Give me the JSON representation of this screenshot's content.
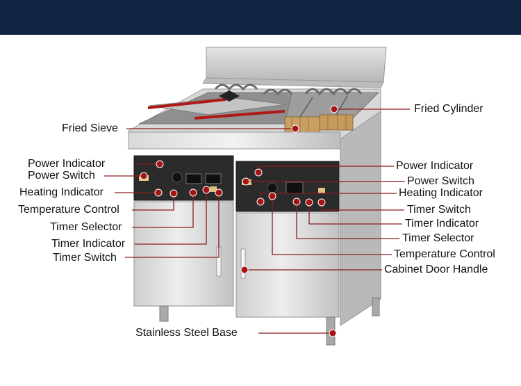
{
  "colors": {
    "banner": "#0f2542",
    "leader": "#8a1d1d",
    "dot": "#a51414",
    "steel": "#c9c9c9"
  },
  "labels": {
    "fried_cylinder": "Fried Cylinder",
    "fried_sieve": "Fried Sieve",
    "left": {
      "power_indicator": "Power Indicator",
      "power_switch": "Power Switch",
      "heating_indicator": "Heating Indicator",
      "temperature_control": "Temperature Control",
      "timer_selector": "Timer Selector",
      "timer_indicator": "Timer Indicator",
      "timer_switch": "Timer Switch"
    },
    "right": {
      "power_indicator": "Power Indicator",
      "power_switch": "Power Switch",
      "heating_indicator": "Heating Indicator",
      "timer_switch": "Timer Switch",
      "timer_indicator": "Timer Indicator",
      "timer_selector": "Timer Selector",
      "temperature_control": "Temperature Control",
      "cabinet_door_handle": "Cabinet Door Handle"
    },
    "stainless_steel_base": "Stainless Steel Base"
  }
}
